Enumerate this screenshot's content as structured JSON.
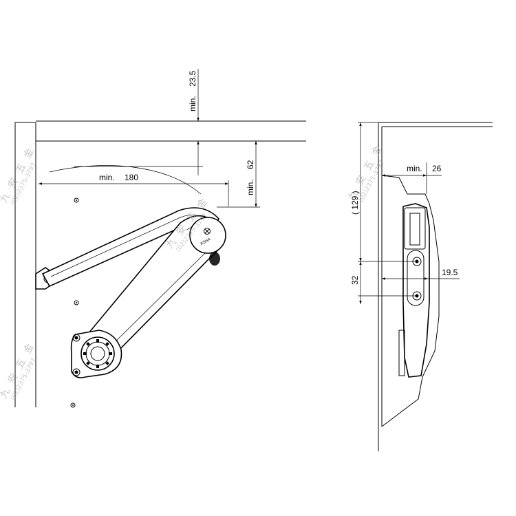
{
  "dimensions": {
    "top_min_label": "min.",
    "top_min_value": "23.5",
    "right_min_label": "min.",
    "right_min_value": "62",
    "width_min_label": "min.",
    "width_min_value": "180",
    "side_min_label": "min.",
    "side_min_value": "26",
    "height_value": "( 129 )",
    "hole_spacing_value": "32",
    "offset_value": "19.5"
  },
  "watermark": {
    "name": "九 安 五 金",
    "phone": "(02)2375-3797"
  },
  "mechanism": {
    "stamp_text": "ASHA"
  }
}
